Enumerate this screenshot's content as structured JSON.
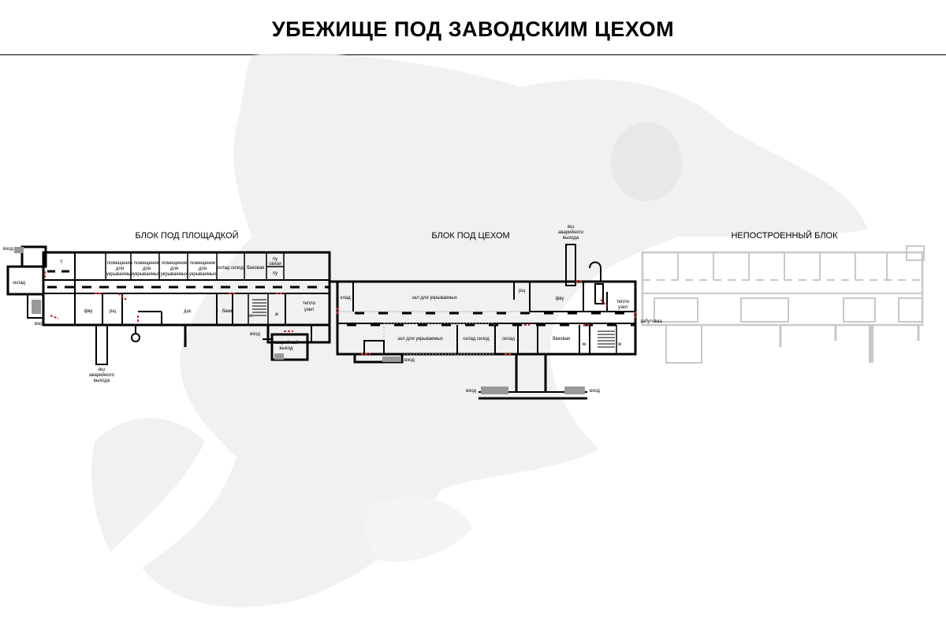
{
  "title": "УБЕЖИЩЕ ПОД ЗАВОДСКИМ ЦЕХОМ",
  "blocks": {
    "left": "БЛОК ПОД ПЛОЩАДКОЙ",
    "center": "БЛОК ПОД ЦЕХОМ",
    "right": "НЕПОСТРОЕННЫЙ БЛОК"
  },
  "rooms": {
    "vhod_top_left": "вход",
    "sklad_left": "склад",
    "question": "?",
    "pomeshchenie_1": [
      "помещение",
      "для",
      "укрываемых"
    ],
    "pomeshchenie_2": [
      "помещение",
      "для",
      "укрываемых"
    ],
    "pomeshchenie_3": [
      "помещение",
      "для",
      "укрываемых"
    ],
    "pomeshchenie_4": [
      "помещение",
      "для",
      "укрываемых"
    ],
    "sklad_sizod_left": "склад сизод",
    "bakovaya_left": "баковая",
    "pu_svyazi": [
      "пу",
      "связи"
    ],
    "pu": "пу",
    "fvu_left": "фву",
    "rshch_left": "рщ",
    "des": "дэс",
    "baki": "баки",
    "m_left": "м",
    "zh_left": "ж",
    "teplo_uzel_left": [
      "тепло",
      "узел"
    ],
    "vhod_bottom_left": "вход",
    "vsh_left": [
      "вш",
      "аварийного",
      "выхода"
    ],
    "vhod_mid": "вход",
    "avariyny_vyhod": [
      "аварийный",
      "выход"
    ],
    "hlad": "хлад",
    "zal_1": "зал для укрываемых",
    "rshch_center": "рщ",
    "fvu_center": "фву",
    "vsh_center": [
      "вш",
      "аварийного",
      "выхода"
    ],
    "teplo_uzel_center": [
      "тепло",
      "узел"
    ],
    "zal_2": "зал для укрываемых",
    "sklad_sizod_center": "склад сизод",
    "sklad_center": "склад",
    "bakovaya_center": "баковая",
    "m_center": "м",
    "zh_center": "ж",
    "zabutovka": "забутовка",
    "vhod_center_bottom": "вход",
    "vhod_1": "вход",
    "vhod_2": "вход"
  }
}
